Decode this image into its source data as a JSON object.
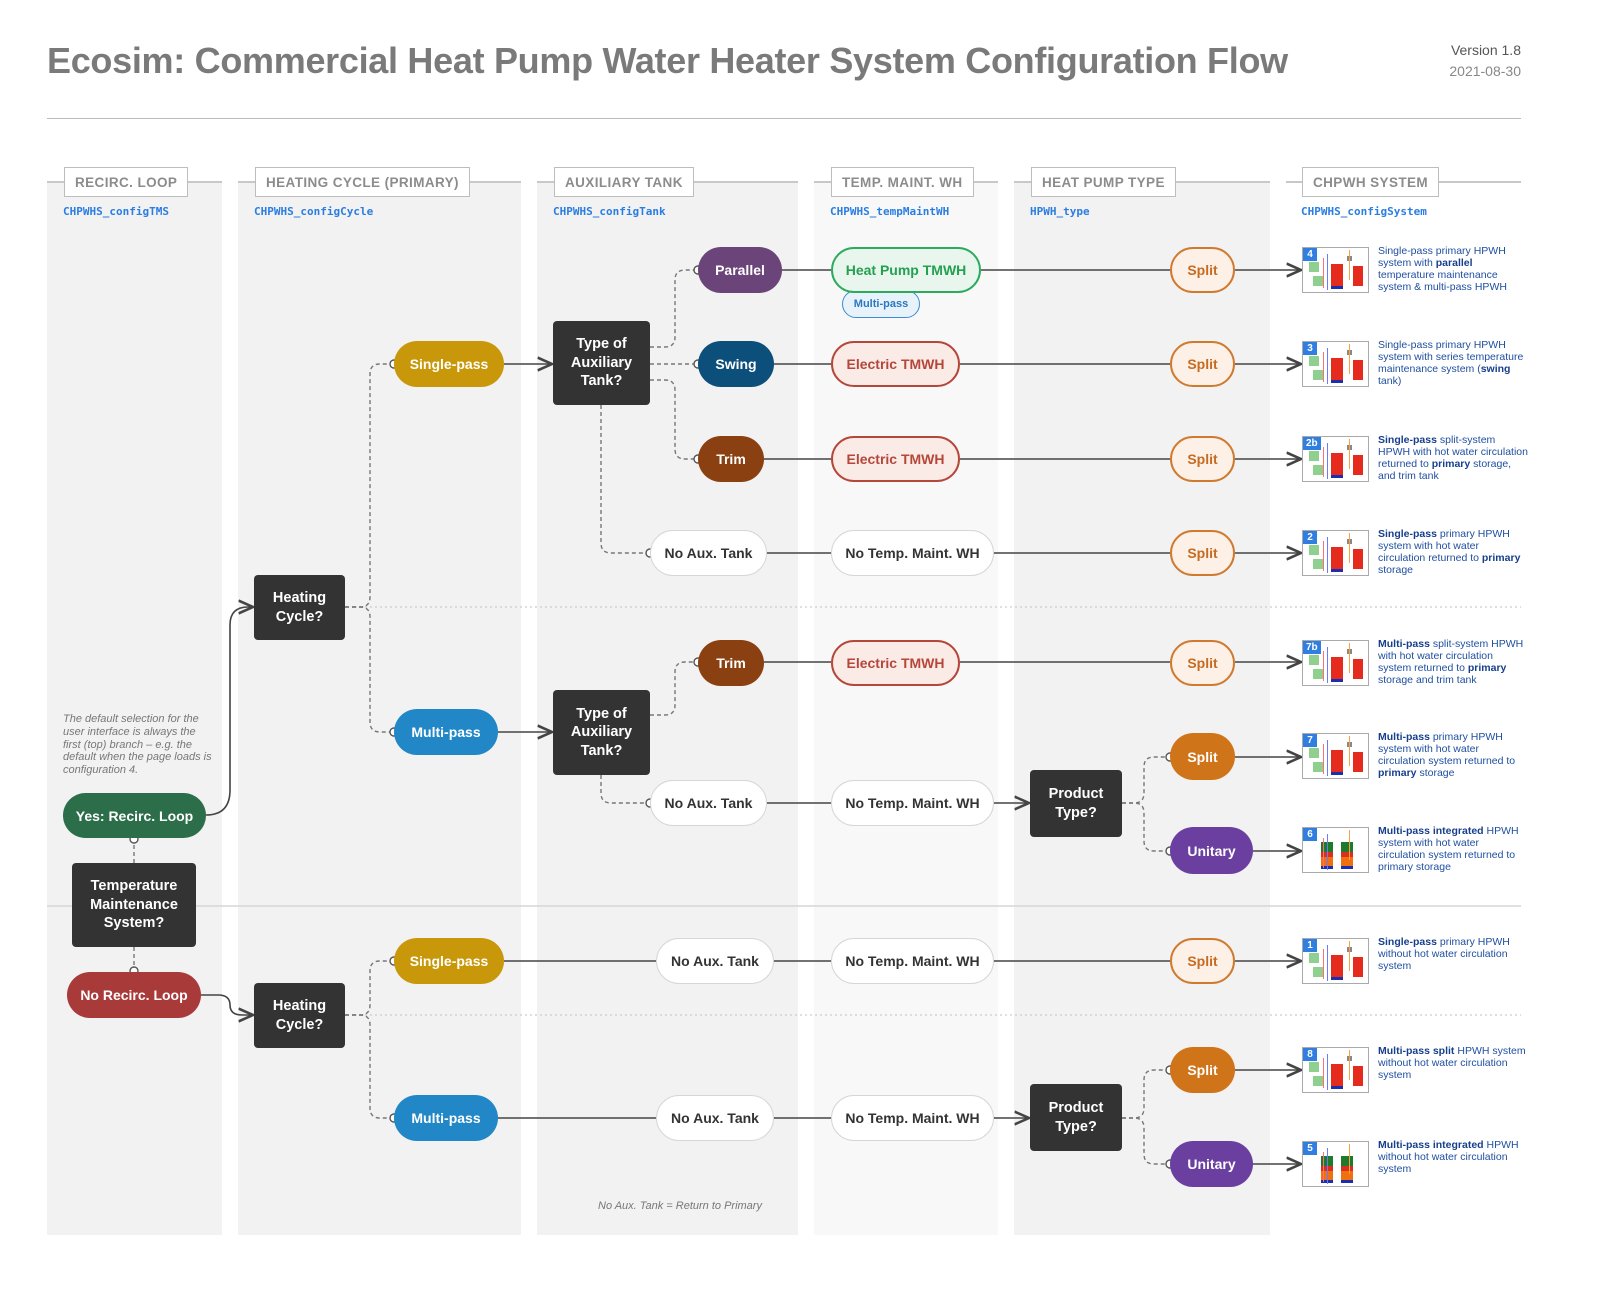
{
  "header": {
    "title": "Ecosim: Commercial Heat Pump Water Heater System Configuration Flow",
    "version": "Version 1.8",
    "date": "2021-08-30"
  },
  "columns": [
    {
      "label": "RECIRC. LOOP",
      "var": "CHPWHS_configTMS"
    },
    {
      "label": "HEATING CYCLE (PRIMARY)",
      "var": "CHPWHS_configCycle"
    },
    {
      "label": "AUXILIARY TANK",
      "var": "CHPWHS_configTank"
    },
    {
      "label": "TEMP. MAINT. WH",
      "var": "CHPWHS_tempMaintWH"
    },
    {
      "label": "HEAT PUMP TYPE",
      "var": "HPWH_type"
    },
    {
      "label": "CHPWH SYSTEM",
      "var": "CHPWHS_configSystem"
    }
  ],
  "note": "The default selection for the user interface is always the first (top) branch – e.g. the default when the page loads is configuration 4.",
  "footnote": "No Aux. Tank = Return to Primary",
  "nodes": {
    "yes_recirc": "Yes: Recirc. Loop",
    "tms": "Temperature Maintenance System?",
    "no_recirc": "No Recirc. Loop",
    "heating_cycle": "Heating Cycle?",
    "single_pass": "Single-pass",
    "multi_pass": "Multi-pass",
    "aux_type": "Type of Auxiliary Tank?",
    "parallel": "Parallel",
    "swing": "Swing",
    "trim": "Trim",
    "no_aux": "No Aux. Tank",
    "hp_tmwh": "Heat Pump TMWH",
    "hp_tmwh_tag": "Multi-pass",
    "electric_tmwh": "Electric TMWH",
    "no_tmwh": "No Temp. Maint. WH",
    "product_type": "Product Type?",
    "split": "Split",
    "unitary": "Unitary"
  },
  "colors": {
    "green": "#2d6e4a",
    "red": "#a83a3a",
    "yellow": "#c9980a",
    "blue": "#2187c6",
    "purple": "#6b4579",
    "navy": "#0c4f7a",
    "brown": "#8a4010",
    "orange": "#d0741a",
    "violet": "#6b3fa0",
    "link": "#2a7de1"
  },
  "results": [
    {
      "num": "4",
      "desc": [
        [
          "Single-pass primary HPWH system with ",
          0
        ],
        [
          "parallel",
          1
        ],
        [
          " temperature maintenance system & multi-pass HPWH",
          0
        ]
      ]
    },
    {
      "num": "3",
      "desc": [
        [
          "Single-pass primary HPWH system with series temperature maintenance system (",
          0
        ],
        [
          "swing",
          1
        ],
        [
          " tank)",
          0
        ]
      ]
    },
    {
      "num": "2b",
      "desc": [
        [
          "Single-pass",
          1
        ],
        [
          " split-system HPWH with hot water circulation returned to ",
          0
        ],
        [
          "primary",
          1
        ],
        [
          " storage, and trim tank",
          0
        ]
      ]
    },
    {
      "num": "2",
      "desc": [
        [
          "Single-pass",
          1
        ],
        [
          " primary HPWH system with hot water circulation returned to ",
          0
        ],
        [
          "primary",
          1
        ],
        [
          " storage",
          0
        ]
      ]
    },
    {
      "num": "7b",
      "desc": [
        [
          "Multi-pass",
          1
        ],
        [
          " split-system HPWH with hot water circulation system returned to ",
          0
        ],
        [
          "primary",
          1
        ],
        [
          " storage and trim tank",
          0
        ]
      ]
    },
    {
      "num": "7",
      "desc": [
        [
          "Multi-pass",
          1
        ],
        [
          " primary HPWH system with hot water circulation system returned to ",
          0
        ],
        [
          "primary",
          1
        ],
        [
          " storage",
          0
        ]
      ]
    },
    {
      "num": "6",
      "desc": [
        [
          "Multi-pass integrated",
          1
        ],
        [
          " HPWH system with hot water circulation system returned to primary storage",
          0
        ]
      ]
    },
    {
      "num": "1",
      "desc": [
        [
          "Single-pass",
          1
        ],
        [
          " primary HPWH without hot water circulation system",
          0
        ]
      ]
    },
    {
      "num": "8",
      "desc": [
        [
          "Multi-pass split",
          1
        ],
        [
          " HPWH system without hot water circulation system",
          0
        ]
      ]
    },
    {
      "num": "5",
      "desc": [
        [
          "Multi-pass integrated",
          1
        ],
        [
          " HPWH without hot water circulation system",
          0
        ]
      ]
    }
  ]
}
